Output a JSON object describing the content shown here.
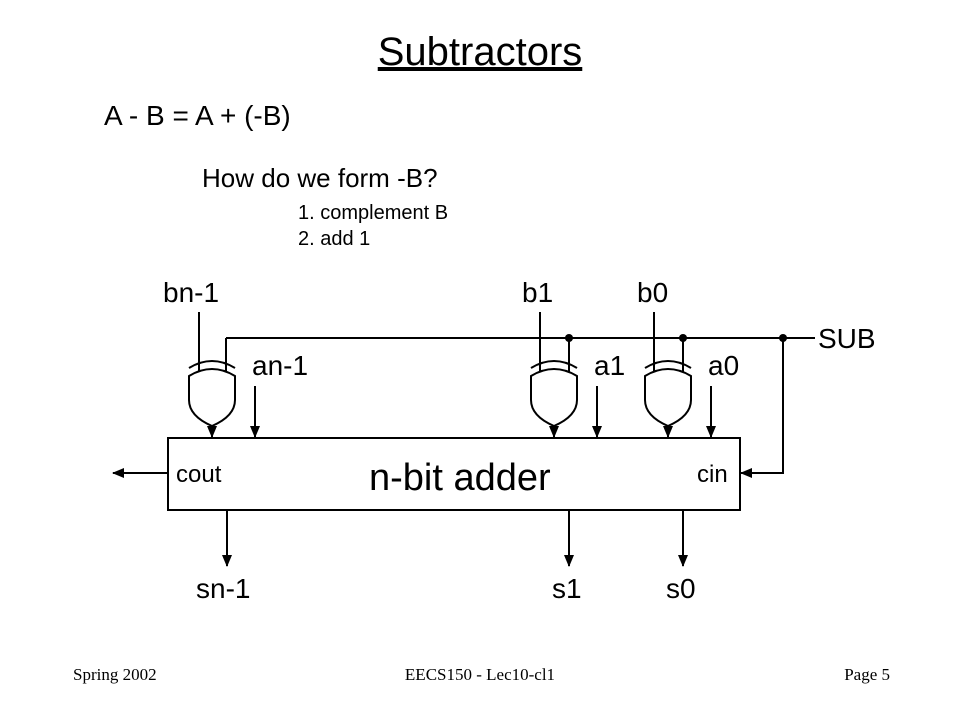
{
  "slide": {
    "title": "Subtractors",
    "equation": "A - B = A + (-B)",
    "question": "How do we form -B?",
    "steps": [
      "1. complement B",
      "2. add 1"
    ]
  },
  "diagram": {
    "inputs_b": [
      "bn-1",
      "b1",
      "b0"
    ],
    "inputs_a": [
      "an-1",
      "a1",
      "a0"
    ],
    "control": "SUB",
    "adder_label": "n-bit adder",
    "carry_out": "cout",
    "carry_in": "cin",
    "outputs": [
      "sn-1",
      "s1",
      "s0"
    ]
  },
  "footer": {
    "left": "Spring 2002",
    "center": "EECS150 - Lec10-cl1",
    "right": "Page 5"
  }
}
